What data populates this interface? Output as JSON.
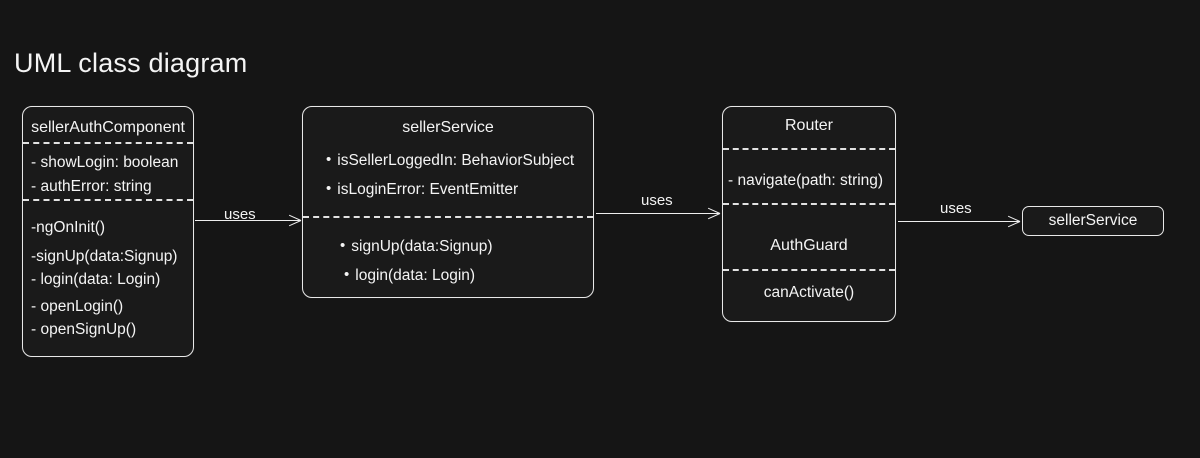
{
  "page": {
    "title": "UML class diagram",
    "background_color": "#151515",
    "stroke_color": "#e8e8e8",
    "text_color": "#f4f4f4"
  },
  "diagram": {
    "type": "uml-class-diagram",
    "classes": [
      {
        "id": "sellerAuthComponent",
        "name": "sellerAuthComponent",
        "attributes": [
          "- showLogin: boolean",
          "- authError:  string"
        ],
        "methods": [
          "-ngOnInit()",
          "-signUp(data:Signup)",
          "- login(data: Login)",
          "- openLogin()",
          "- openSignUp()"
        ]
      },
      {
        "id": "sellerService",
        "name": "sellerService",
        "attributes": [
          "isSellerLoggedIn: BehaviorSubject",
          "isLoginError:  EventEmitter"
        ],
        "methods": [
          "signUp(data:Signup)",
          "login(data: Login)"
        ]
      },
      {
        "id": "router",
        "name": "Router",
        "attributes": [],
        "methods": [
          "- navigate(path: string)"
        ],
        "nested": {
          "name": "AuthGuard",
          "methods": [
            "canActivate()"
          ]
        }
      },
      {
        "id": "sellerServiceRef",
        "name": "sellerService",
        "attributes": [],
        "methods": []
      }
    ],
    "relations": [
      {
        "from": "sellerAuthComponent",
        "to": "sellerService",
        "label": "uses"
      },
      {
        "from": "sellerService",
        "to": "router",
        "label": "uses"
      },
      {
        "from": "router",
        "to": "sellerServiceRef",
        "label": "uses"
      }
    ],
    "bullet_glyph": "•"
  }
}
